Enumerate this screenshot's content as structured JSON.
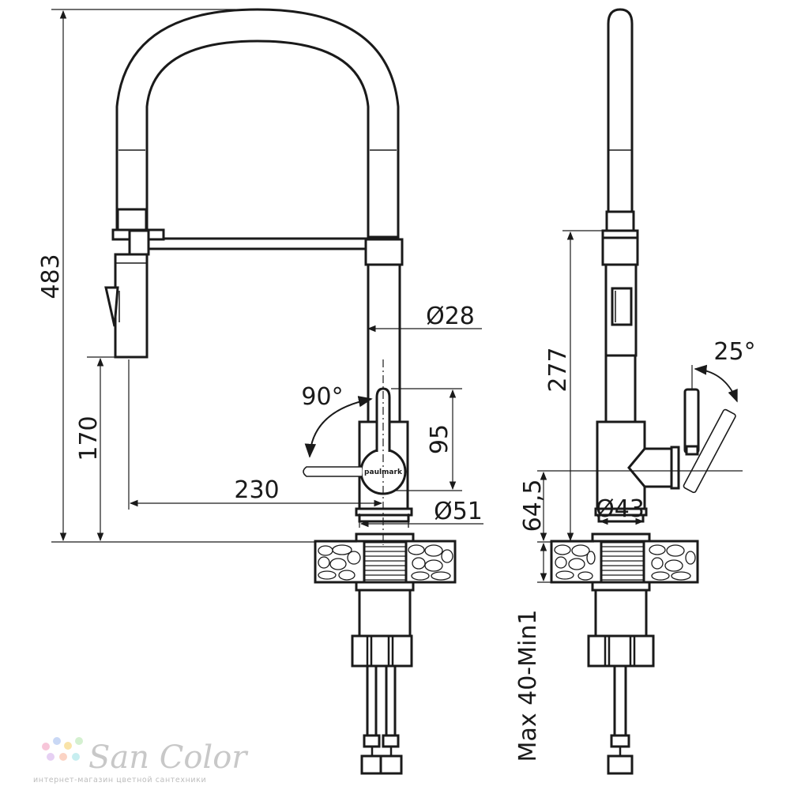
{
  "brand": "paulmark",
  "front_view": {
    "dim_height_total": "483",
    "dim_spout_height": "170",
    "dim_reach": "230",
    "dim_tube_dia": "Ø28",
    "dim_base_dia": "Ø51",
    "dim_lever_height": "95",
    "dim_lever_rotation": "90°"
  },
  "side_view": {
    "dim_body_height": "277",
    "dim_base_height": "64,5",
    "dim_base_dia": "Ø43",
    "dim_lever_angle": "25°",
    "dim_countertop": "Max 40-Min1"
  },
  "watermark": {
    "name": "San Color",
    "tagline": "интернет-магазин цветной сантехники",
    "dot_colors": [
      "#f7c6d9",
      "#c9d8f5",
      "#f9e3a8",
      "#d4f0d0",
      "#e6d0f3",
      "#fbd3c4",
      "#c7eef0"
    ]
  }
}
